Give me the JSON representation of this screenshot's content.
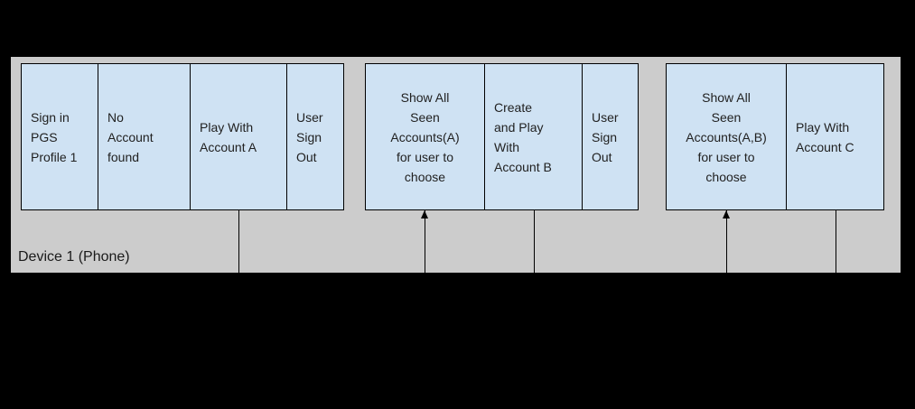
{
  "diagram": {
    "title_area": "",
    "device_label": "Device 1 (Phone)",
    "colors": {
      "background": "#000000",
      "lane_fill": "#cccccc",
      "box_fill": "#cfe2f3",
      "box_border": "#000000",
      "connector": "#000000",
      "text": "#212121"
    },
    "groups": [
      {
        "name": "session-1",
        "boxes": [
          {
            "label": "Sign in\nPGS\nProfile 1"
          },
          {
            "label": "No\nAccount\nfound"
          },
          {
            "label": "Play With\nAccount A"
          },
          {
            "label": "User\nSign\nOut"
          }
        ]
      },
      {
        "name": "session-2",
        "boxes": [
          {
            "label": "Show All\nSeen\nAccounts(A)\nfor user to\nchoose"
          },
          {
            "label": "Create\nand Play\nWith\nAccount B"
          },
          {
            "label": "User\nSign\nOut"
          }
        ]
      },
      {
        "name": "session-3",
        "boxes": [
          {
            "label": "Show All\nSeen\nAccounts(A,B)\nfor user to\nchoose"
          },
          {
            "label": "Play With\nAccount C"
          }
        ]
      }
    ],
    "connectors": [
      {
        "shape": "line",
        "attached_to": "Play With Account A"
      },
      {
        "shape": "arrow-up",
        "attached_to": "Show All Seen Accounts(A) for user to choose"
      },
      {
        "shape": "line",
        "attached_to": "Create and Play With Account B"
      },
      {
        "shape": "arrow-up",
        "attached_to": "Show All Seen Accounts(A,B) for user to choose"
      },
      {
        "shape": "line",
        "attached_to": "Play With Account C"
      }
    ]
  }
}
